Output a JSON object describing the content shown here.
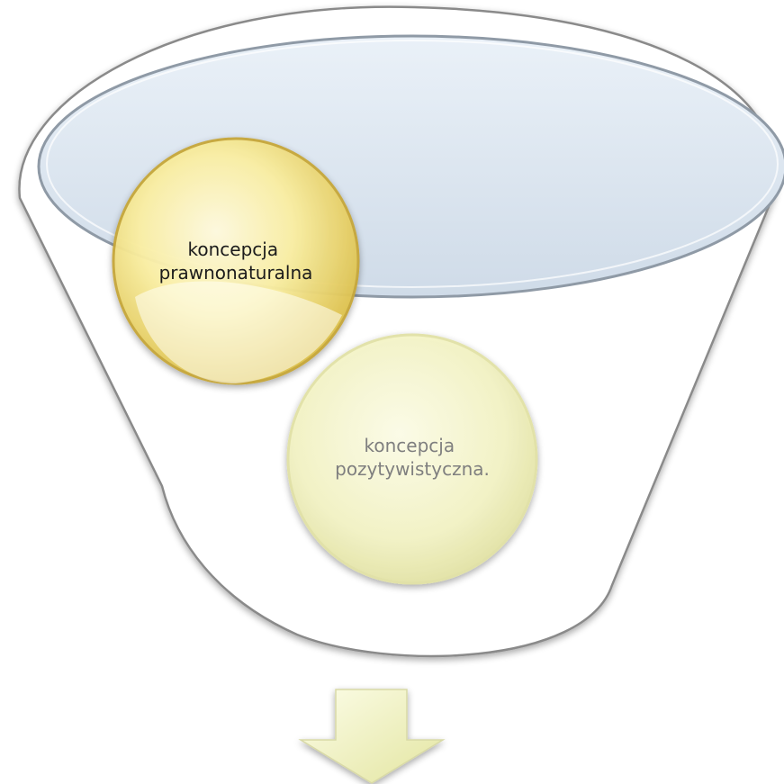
{
  "diagram": {
    "items": [
      {
        "line1": "koncepcja",
        "line2": "prawnonaturalna",
        "emphasis": "primary",
        "fill": "#f3e07a"
      },
      {
        "line1": "koncepcja",
        "line2": "pozytywistyczna.",
        "emphasis": "secondary",
        "fill": "#f3f1b8"
      }
    ],
    "colors": {
      "funnel_edge": "#7f7f7f",
      "funnel_fill": "#ffffff",
      "rim": "#dce6f2",
      "arrow": "#f1f2c2"
    }
  }
}
